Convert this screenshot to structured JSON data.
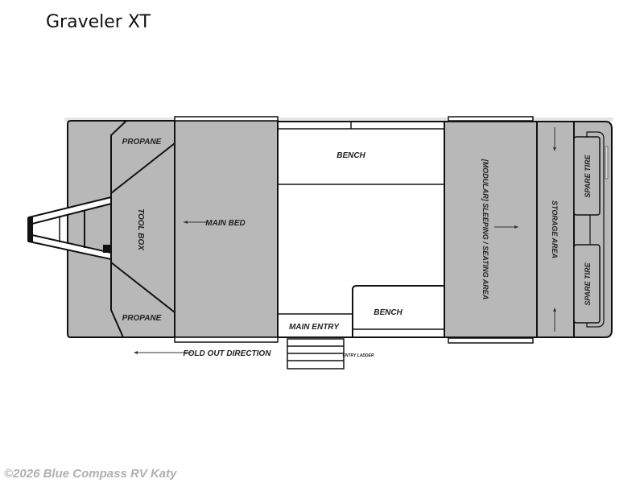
{
  "header": {
    "title": "Graveler XT"
  },
  "floorplan": {
    "labels": {
      "propane_top": "PROPANE",
      "propane_bottom": "PROPANE",
      "tool_box": "TOOL BOX",
      "main_bed": "MAIN BED",
      "bench_top": "BENCH",
      "bench_bottom": "BENCH",
      "main_entry": "MAIN ENTRY",
      "entry_ladder": "ENTRY LADDER",
      "modular_area": "[MODULAR] SLEEPING / SEATING AREA",
      "storage_area": "STORAGE AREA",
      "spare_tire_top": "SPARE TIRE",
      "spare_tire_bottom": "SPARE TIRE",
      "fold_out_direction": "FOLD OUT DIRECTION"
    },
    "colors": {
      "fill": "#b8b8b8",
      "stroke": "#111111",
      "background": "#ffffff"
    }
  },
  "footer": {
    "copyright": "©2026 Blue Compass RV Katy"
  }
}
